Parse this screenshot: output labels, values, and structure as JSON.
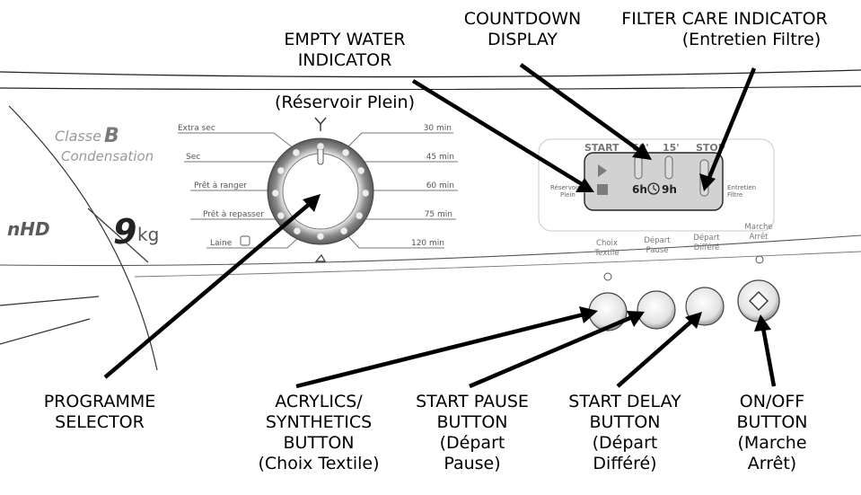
{
  "panel": {
    "classe_label": "Classe",
    "classe_letter": "B",
    "condensation": "Condensation",
    "brand_fragment": "nHD",
    "capacity_number": "9",
    "capacity_unit": "kg",
    "dial_left": [
      "Extra sec",
      "Sec",
      "Prêt à ranger",
      "Prêt à repasser",
      "Laine"
    ],
    "dial_right": [
      "30 min",
      "45 min",
      "60 min",
      "75 min",
      "120 min"
    ],
    "display_top": [
      "START",
      "60'",
      "15'",
      "STOP"
    ],
    "display_left": [
      "Réservoir",
      "Plein"
    ],
    "display_right": [
      "Entretien",
      "Filtre"
    ],
    "display_time_a": "6h",
    "display_time_b": "9h",
    "btn_choix": [
      "Choix",
      "Textile"
    ],
    "btn_depart_pause": [
      "Départ",
      "Pause"
    ],
    "btn_depart_differe": [
      "Départ",
      "Différé"
    ],
    "btn_marche_arret": [
      "Marche",
      "Arrêt"
    ]
  },
  "callouts": {
    "empty_water": [
      "EMPTY WATER",
      "INDICATOR",
      "(Réservoir Plein)"
    ],
    "countdown": [
      "COUNTDOWN",
      "DISPLAY"
    ],
    "filter_care": [
      "FILTER CARE INDICATOR",
      "(Entretien Filtre)"
    ],
    "programme": [
      "PROGRAMME",
      "SELECTOR"
    ],
    "acrylics": [
      "ACRYLICS/",
      "SYNTHETICS",
      "BUTTON",
      "(Choix Textile)"
    ],
    "start_pause": [
      "START PAUSE",
      "BUTTON",
      "(Départ",
      "Pause)"
    ],
    "start_delay": [
      "START DELAY",
      "BUTTON",
      "(Départ",
      "Différé)"
    ],
    "on_off": [
      "ON/OFF",
      "BUTTON",
      "(Marche",
      "Arrêt)"
    ]
  }
}
